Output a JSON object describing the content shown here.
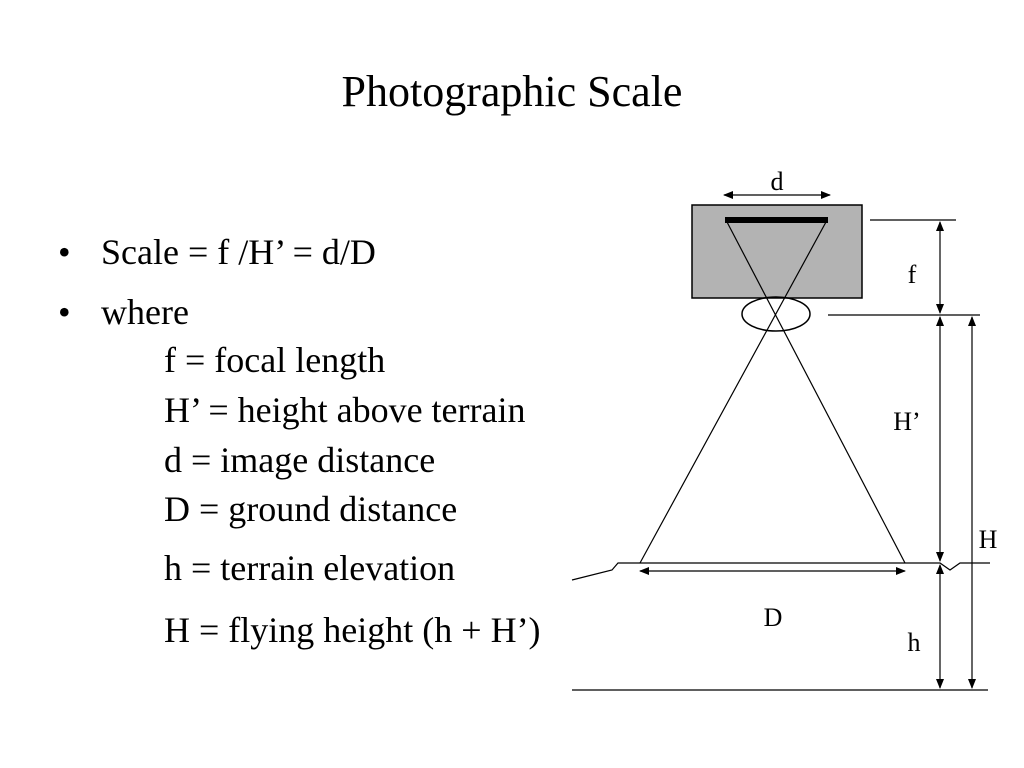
{
  "slide": {
    "title": "Photographic Scale"
  },
  "bullets": [
    {
      "marker": "•",
      "text": "Scale = f /H’ = d/D"
    },
    {
      "marker": "•",
      "text": "where"
    }
  ],
  "definitions": [
    "f = focal length",
    "H’ = height above terrain",
    "d = image distance",
    "D = ground distance",
    "h = terrain elevation",
    "H = flying height (h + H’)"
  ],
  "diagram": {
    "labels": {
      "d": "d",
      "f": "f",
      "H_prime": "H’",
      "H": "H",
      "D": "D",
      "h": "h"
    },
    "colors": {
      "camera_fill": "#b3b3b3",
      "film_bar": "#000000",
      "stroke": "#000000"
    }
  }
}
